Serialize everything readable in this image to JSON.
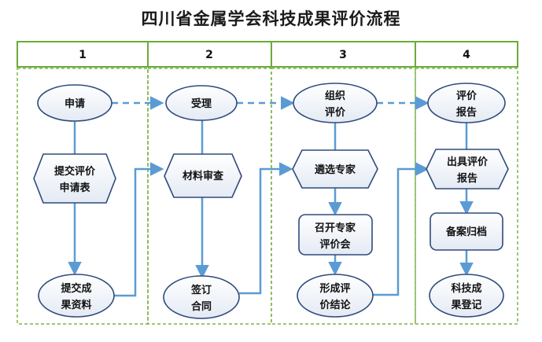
{
  "title": "四川省金属学会科技成果评价流程",
  "columns": [
    "1",
    "2",
    "3",
    "4"
  ],
  "nodes": {
    "apply": [
      "申请"
    ],
    "submit_form": [
      "提交评价",
      "申请表"
    ],
    "submit_docs": [
      "提交成",
      "果资料"
    ],
    "accept": [
      "受理"
    ],
    "review": [
      "材料审查"
    ],
    "contract": [
      "签订",
      "合同"
    ],
    "organize": [
      "组织",
      "评价"
    ],
    "select_experts": [
      "遴选专家"
    ],
    "expert_meeting": [
      "召开专家",
      "评价会"
    ],
    "conclusion": [
      "形成评",
      "价结论"
    ],
    "eval_report": [
      "评价",
      "报告"
    ],
    "issue_report": [
      "出具评价",
      "报告"
    ],
    "archive": [
      "备案归档"
    ],
    "register": [
      "科技成",
      "果登记"
    ]
  },
  "colors": {
    "header_border": "#6aaa3a",
    "dash_border": "#7ab648",
    "node_border": "#2f4b7c",
    "node_fill": "#eef2f8",
    "connector": "#5b9bd5"
  }
}
